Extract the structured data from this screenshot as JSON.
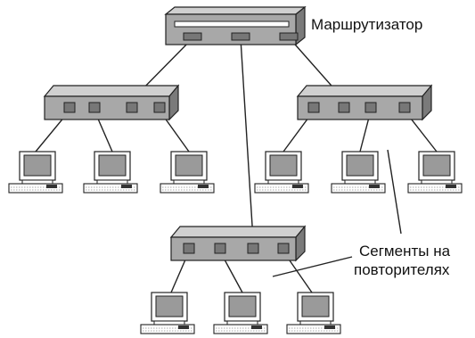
{
  "labels": {
    "router": "Маршрутизатор",
    "segments_line1": "Сегменты на",
    "segments_line2": "повторителях"
  },
  "colors": {
    "box_top": "#d0d0d0",
    "box_front": "#a8a8a8",
    "box_side": "#7a7a7a",
    "port": "#777777",
    "screen": "#9a9a9a",
    "outline": "#222222"
  },
  "nodes": {
    "router": {
      "ports": 3
    },
    "repeaters": [
      {
        "id": "repeater-left",
        "ports": 4,
        "computers": 3
      },
      {
        "id": "repeater-right",
        "ports": 4,
        "computers": 3
      },
      {
        "id": "repeater-bottom",
        "ports": 4,
        "computers": 3
      }
    ]
  }
}
